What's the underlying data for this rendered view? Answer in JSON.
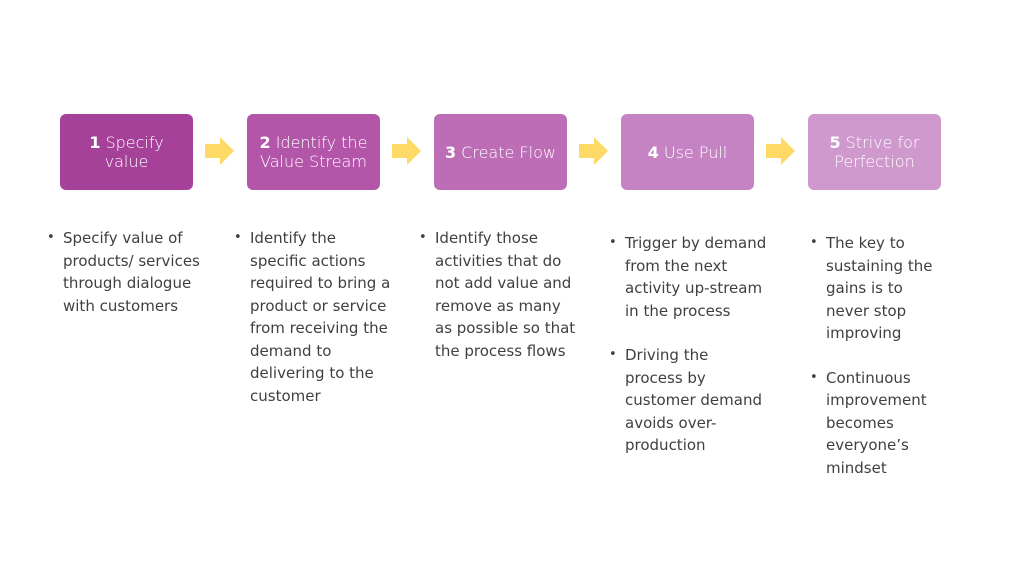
{
  "colors": {
    "step1": "#a6419a",
    "step2": "#b356a9",
    "step3": "#bd6cb6",
    "step4": "#c683c3",
    "step5": "#d099ce",
    "arrow": "#ffd965",
    "text": "#404040"
  },
  "steps": [
    {
      "number": "1",
      "label": "Specify value",
      "bullets": [
        "Specify value of products/ services through dialogue with customers"
      ]
    },
    {
      "number": "2",
      "label": "Identify the Value Stream",
      "bullets": [
        "Identify the specific actions required to bring a product or service from receiving the demand to delivering to the customer"
      ]
    },
    {
      "number": "3",
      "label": "Create Flow",
      "bullets": [
        "Identify those activities that do not add value and remove as many as possible so that the process flows"
      ]
    },
    {
      "number": "4",
      "label": "Use Pull",
      "bullets": [
        "Trigger by demand from the next activity up-stream in the process",
        "Driving the process by customer demand avoids over-production"
      ]
    },
    {
      "number": "5",
      "label": "Strive for Perfection",
      "bullets": [
        "The key to sustaining the gains is to never stop improving",
        "Continuous improvement becomes everyone’s mindset"
      ]
    }
  ],
  "arrows": [
    {
      "icon": "right-arrow-icon"
    },
    {
      "icon": "right-arrow-icon"
    },
    {
      "icon": "right-arrow-icon"
    },
    {
      "icon": "right-arrow-icon"
    }
  ]
}
